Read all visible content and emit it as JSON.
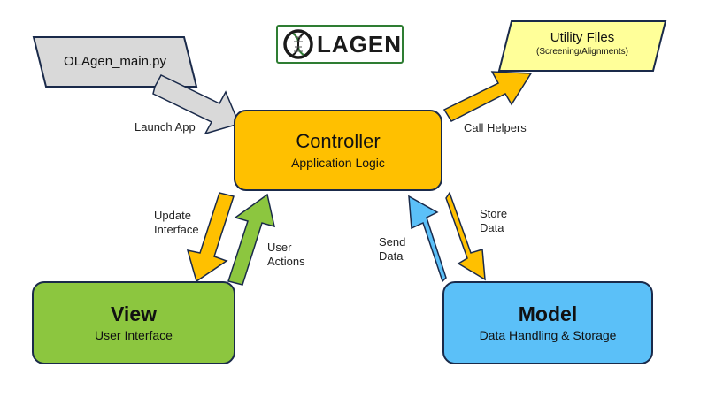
{
  "logo": {
    "text": "LAGEN",
    "icon": "dna-helix-o-icon"
  },
  "entry": {
    "label": "OLAgen_main.py"
  },
  "utility": {
    "title": "Utility Files",
    "subtitle": "(Screening/Alignments)"
  },
  "controller": {
    "title": "Controller",
    "subtitle": "Application Logic"
  },
  "view": {
    "title": "View",
    "subtitle": "User Interface"
  },
  "model": {
    "title": "Model",
    "subtitle": "Data Handling & Storage"
  },
  "edges": {
    "launch_app": "Launch App",
    "call_helpers": "Call Helpers",
    "update_interface_1": "Update",
    "update_interface_2": "Interface",
    "user_actions_1": "User",
    "user_actions_2": "Actions",
    "send_data_1": "Send",
    "send_data_2": "Data",
    "store_data_1": "Store",
    "store_data_2": "Data"
  },
  "colors": {
    "controller": "#ffc000",
    "view": "#8cc63f",
    "model": "#5bc0f8",
    "utility": "#ffff99",
    "entry": "#d9d9d9",
    "arrow_orange": "#ffc000",
    "arrow_green": "#8cc63f",
    "arrow_blue": "#5bc0f8",
    "arrow_gray": "#d9d9d9",
    "logo_border": "#2e7d32"
  }
}
